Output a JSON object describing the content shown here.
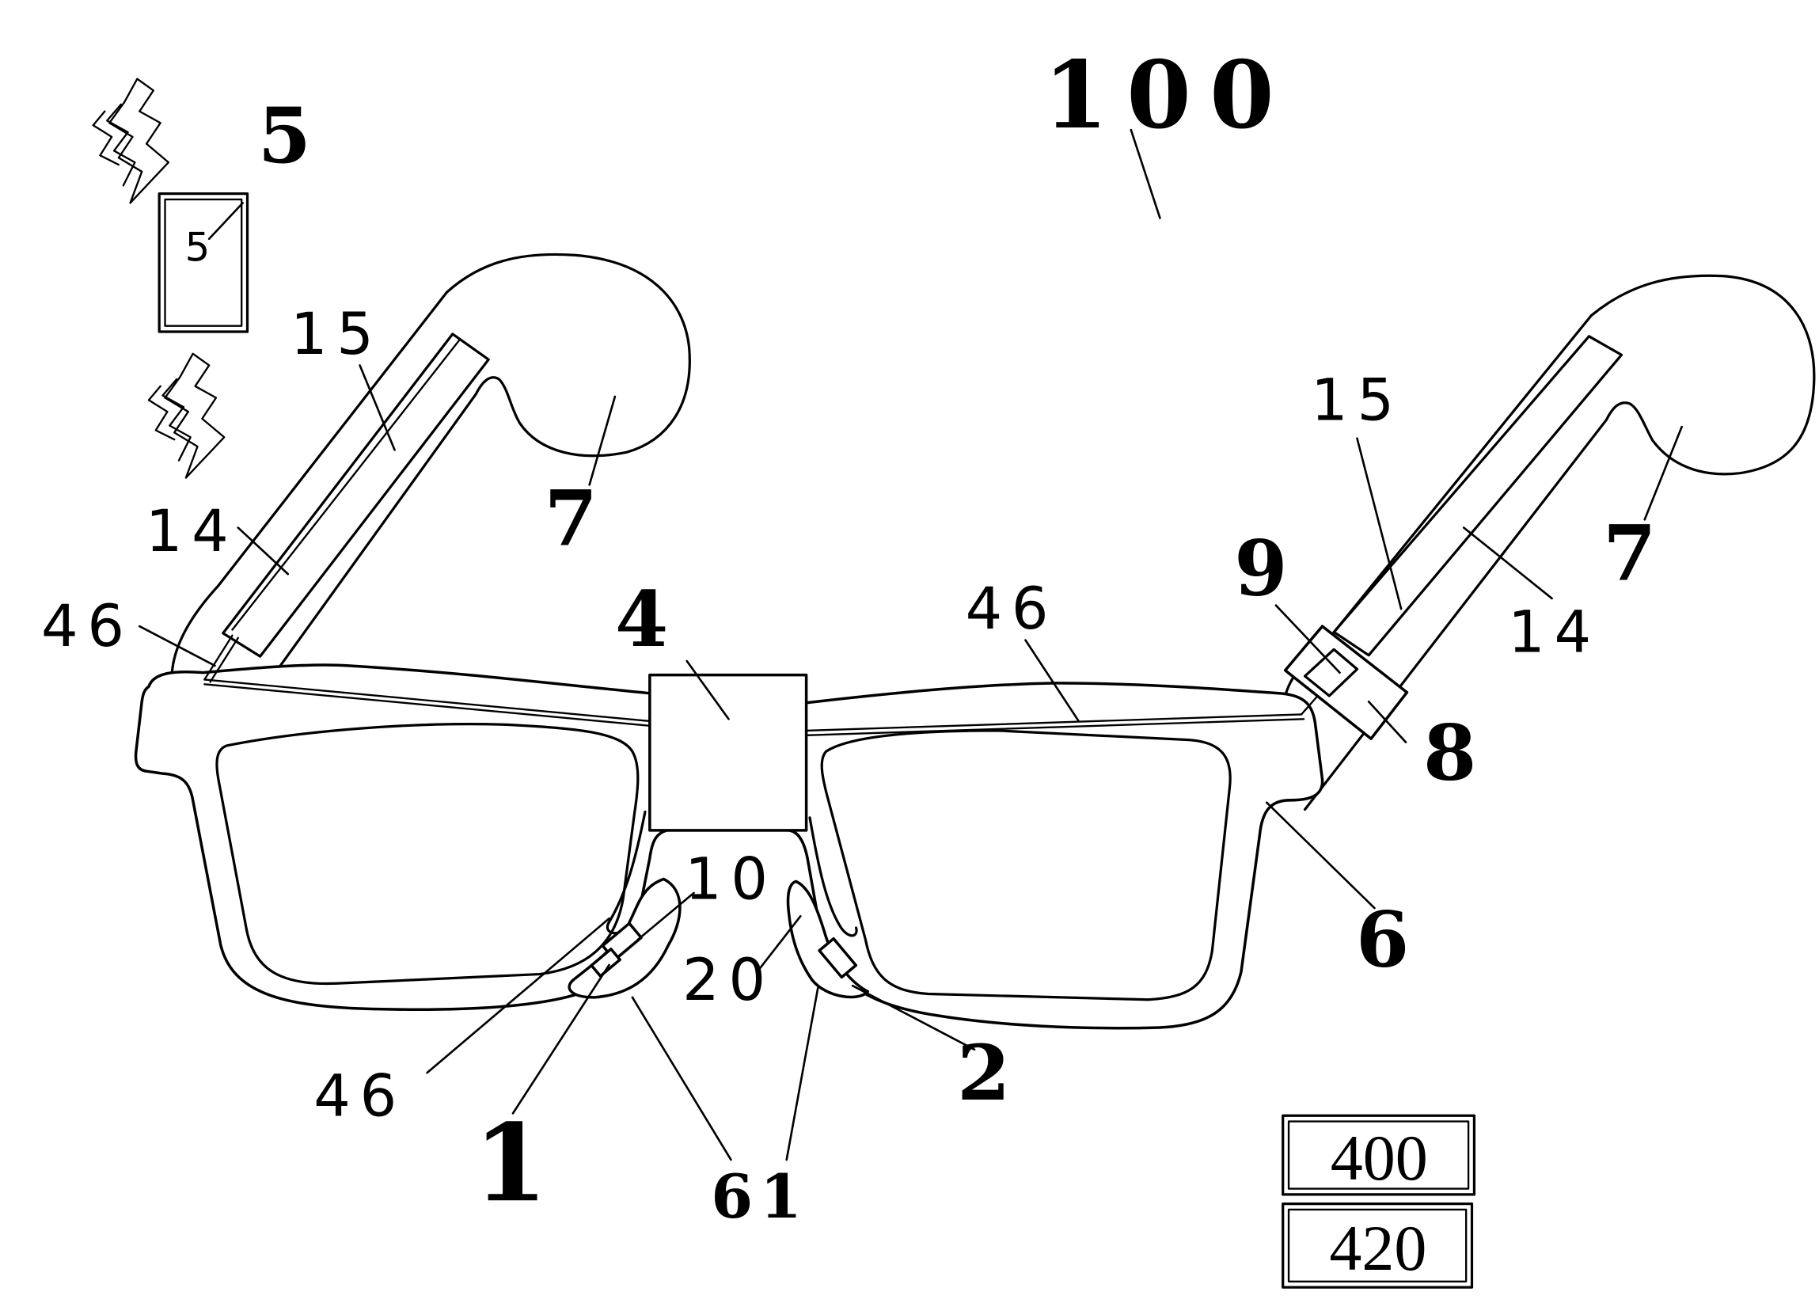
{
  "reference_numerals": [
    "100",
    "5",
    "5",
    "15",
    "7",
    "14",
    "46",
    "4",
    "46",
    "15",
    "9",
    "7",
    "14",
    "8",
    "10",
    "20",
    "6",
    "46",
    "2",
    "1",
    "61"
  ],
  "boxed_labels": [
    "400",
    "420"
  ],
  "colors": {
    "ink": "#000000",
    "paper": "#ffffff"
  }
}
